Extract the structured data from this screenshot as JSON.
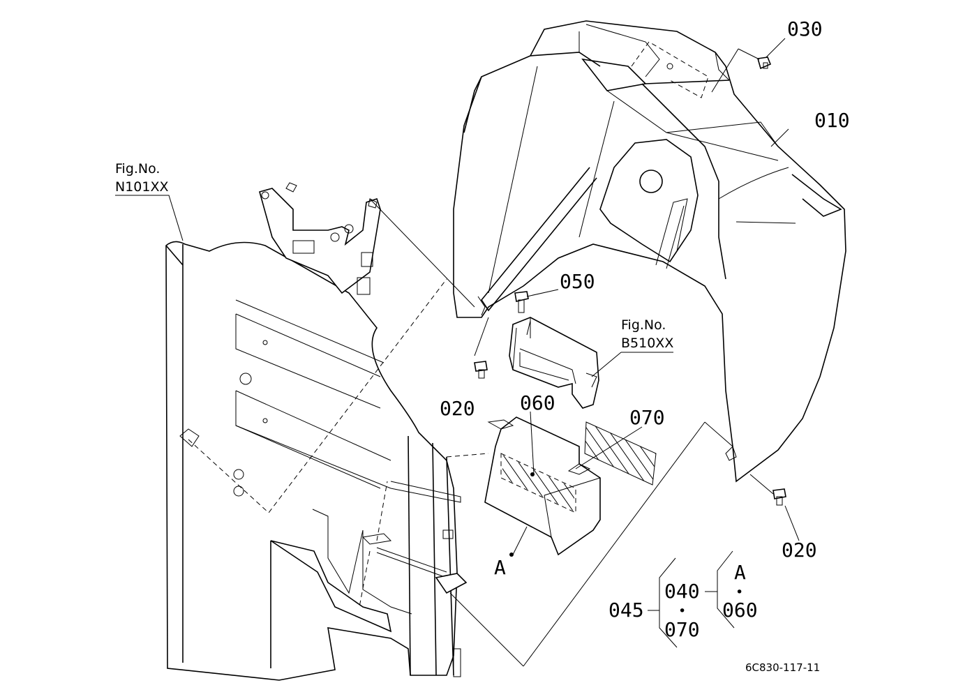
{
  "labels": {
    "p010": "010",
    "p020a": "020",
    "p020b": "020",
    "p030": "030",
    "p050": "050",
    "p060": "060",
    "p070": "070",
    "refA": "A",
    "fig1_line1": "Fig.No.",
    "fig1_line2": "N101XX",
    "fig2_line1": "Fig.No.",
    "fig2_line2": "B510XX"
  },
  "kit": {
    "p045": "045",
    "p040": "040",
    "p070": "070",
    "refA": "A",
    "p060": "060",
    "dot1": "•",
    "dot2": "•"
  },
  "drawing_number": "6C830-117-11"
}
